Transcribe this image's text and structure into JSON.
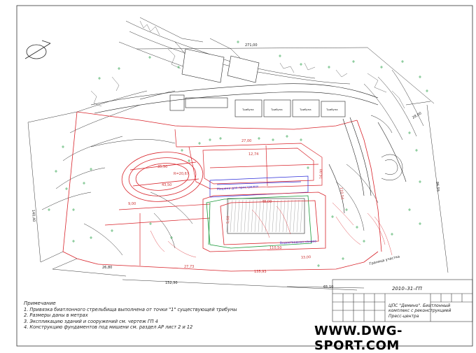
{
  "labels": {
    "dim_271": "271,00",
    "dim_12774": "12,74",
    "dim_2700": "27,00",
    "dim_2800": "28,00",
    "dim_3300": "33,00",
    "dim_4350": "43,50",
    "dim_3550": "35,50",
    "dim_2680": "26,80",
    "dim_14040": "140,40",
    "dim_8655": "86,55",
    "dim_11054": "110,54",
    "dim_11050": "110,50",
    "dim_13593": "135,93",
    "dim_15230": "152,30",
    "dim_6510": "65,10",
    "dim_2773": "27,73",
    "dim_4800": "48,00",
    "dim_900": "9,00",
    "dim_560": "5,60",
    "dim_1600": "16,00",
    "tribuna": "Трибуна",
    "rd_label": "R=20,67",
    "border_label": "Граница участка",
    "vodootvod": "Водоотводная канава",
    "zone_label": "Мишени для пристрелки"
  },
  "notes": {
    "header": "Примечание",
    "items": [
      "1. Привязка биатлонного стрельбища выполнена от точки \"1\" существующей трибуны",
      "2. Размеры даны в метрах",
      "3. Экспликацию зданий и сооружений см. чертеж ГП 4",
      "4. Конструкцию фундаментов под мишени см. раздел АР лист 2 и 12"
    ]
  },
  "title_block": {
    "code": "2010–31–ГП",
    "title": "ЦПС \"Демино\". Биатлонный комплекс с реконструкцией Пресс-центра"
  },
  "watermark": "WWW.DWG-SPORT.COM",
  "colors": {
    "red": "#d8232a",
    "green": "#1a9a3a",
    "blue": "#2a2ad8",
    "black": "#1a1a1a"
  }
}
